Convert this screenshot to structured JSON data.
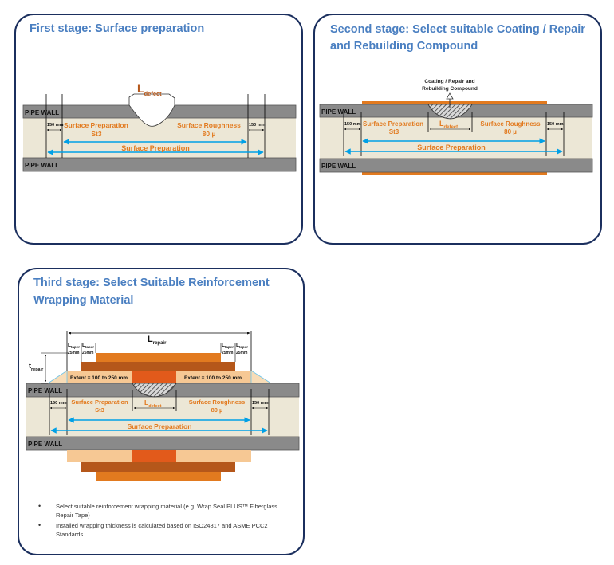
{
  "colors": {
    "border": "#1b2f5e",
    "title": "#4a7fc1",
    "wall": "#8a8a8a",
    "band": "#ece7d6",
    "orange": "#e27a1f",
    "dark_orange": "#b5571a",
    "light_orange": "#f6c894",
    "red_orange": "#e25a1b"
  },
  "stage1": {
    "title": "First stage: Surface preparation",
    "pipe_wall_top": "PIPE WALL",
    "pipe_wall_bottom": "PIPE WALL",
    "l_defect": "L",
    "l_defect_sub": "defect",
    "dim_left": "150 mm",
    "dim_right": "150 mm",
    "prep_label": "Surface Preparation",
    "prep_grade": "St3",
    "rough_label": "Surface Roughness",
    "rough_value": "80 µ",
    "span_label": "Surface Preparation"
  },
  "stage2": {
    "title_line1": "Second stage: Select suitable Coating / Repair",
    "title_line2": "and Rebuilding Compound",
    "callout_line1": "Coating / Repair and",
    "callout_line2": "Rebuilding Compound",
    "pipe_wall_top": "PIPE WALL",
    "pipe_wall_bottom": "PIPE WALL",
    "dim_left": "150 mm",
    "dim_right": "150 mm",
    "prep_label": "Surface Preparation",
    "prep_grade": "St3",
    "l_defect": "L",
    "l_defect_sub": "defect",
    "rough_label": "Surface Roughness",
    "rough_value": "80 µ",
    "span_label": "Surface Preparation"
  },
  "stage3": {
    "title_line1": "Third stage: Select Suitable Reinforcement",
    "title_line2": "Wrapping Material",
    "l_repair": "L",
    "l_repair_sub": "repair",
    "t_repair": "t",
    "t_repair_sub": "repair",
    "l_taper": "L",
    "l_taper_sub": "taper",
    "taper_dim": "25mm",
    "extent_left": "Extent = 100 to 250 mm",
    "extent_right": "Extent = 100 to 250 mm",
    "pipe_wall_top": "PIPE WALL",
    "pipe_wall_bottom": "PIPE WALL",
    "dim_left": "150 mm",
    "dim_right": "150 mm",
    "prep_label": "Surface Preparation",
    "prep_grade": "St3",
    "l_defect": "L",
    "l_defect_sub": "defect",
    "rough_label": "Surface Roughness",
    "rough_value": "80 µ",
    "span_label": "Surface Preparation",
    "notes": [
      "Select suitable reinforcement wrapping material (e.g. Wrap Seal PLUS™ Fiberglass Repair Tape)",
      "Installed wrapping thickness is calculated based on ISO24817 and ASME PCC2 Standards"
    ]
  }
}
